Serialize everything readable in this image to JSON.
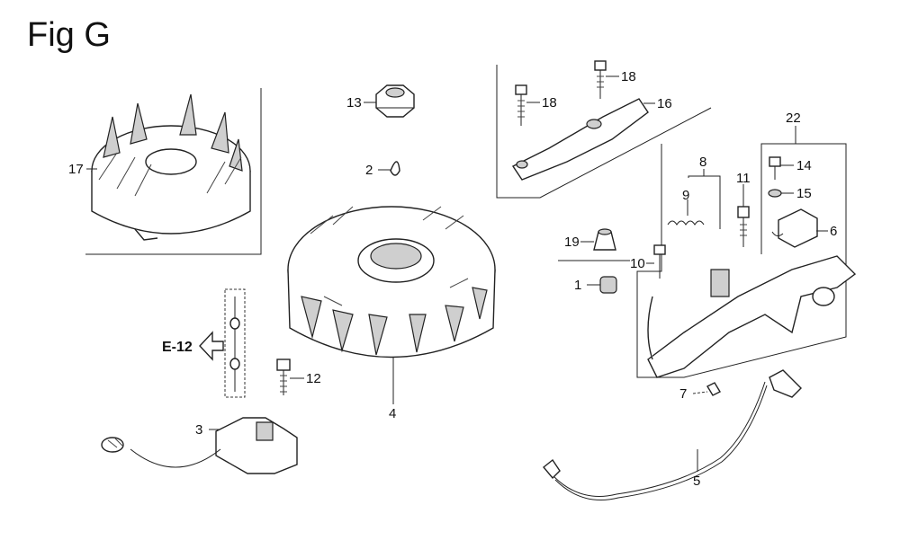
{
  "figure": {
    "title": "Fig G"
  },
  "callouts": {
    "c1": "1",
    "c2": "2",
    "c3": "3",
    "c4": "4",
    "c5": "5",
    "c6": "6",
    "c7": "7",
    "c8": "8",
    "c9": "9",
    "c10": "10",
    "c11": "11",
    "c12": "12",
    "c13": "13",
    "c14": "14",
    "c15": "15",
    "c16": "16",
    "c17": "17",
    "c18a": "18",
    "c18b": "18",
    "c19": "19",
    "c22": "22"
  },
  "reference": {
    "label": "E-12"
  }
}
